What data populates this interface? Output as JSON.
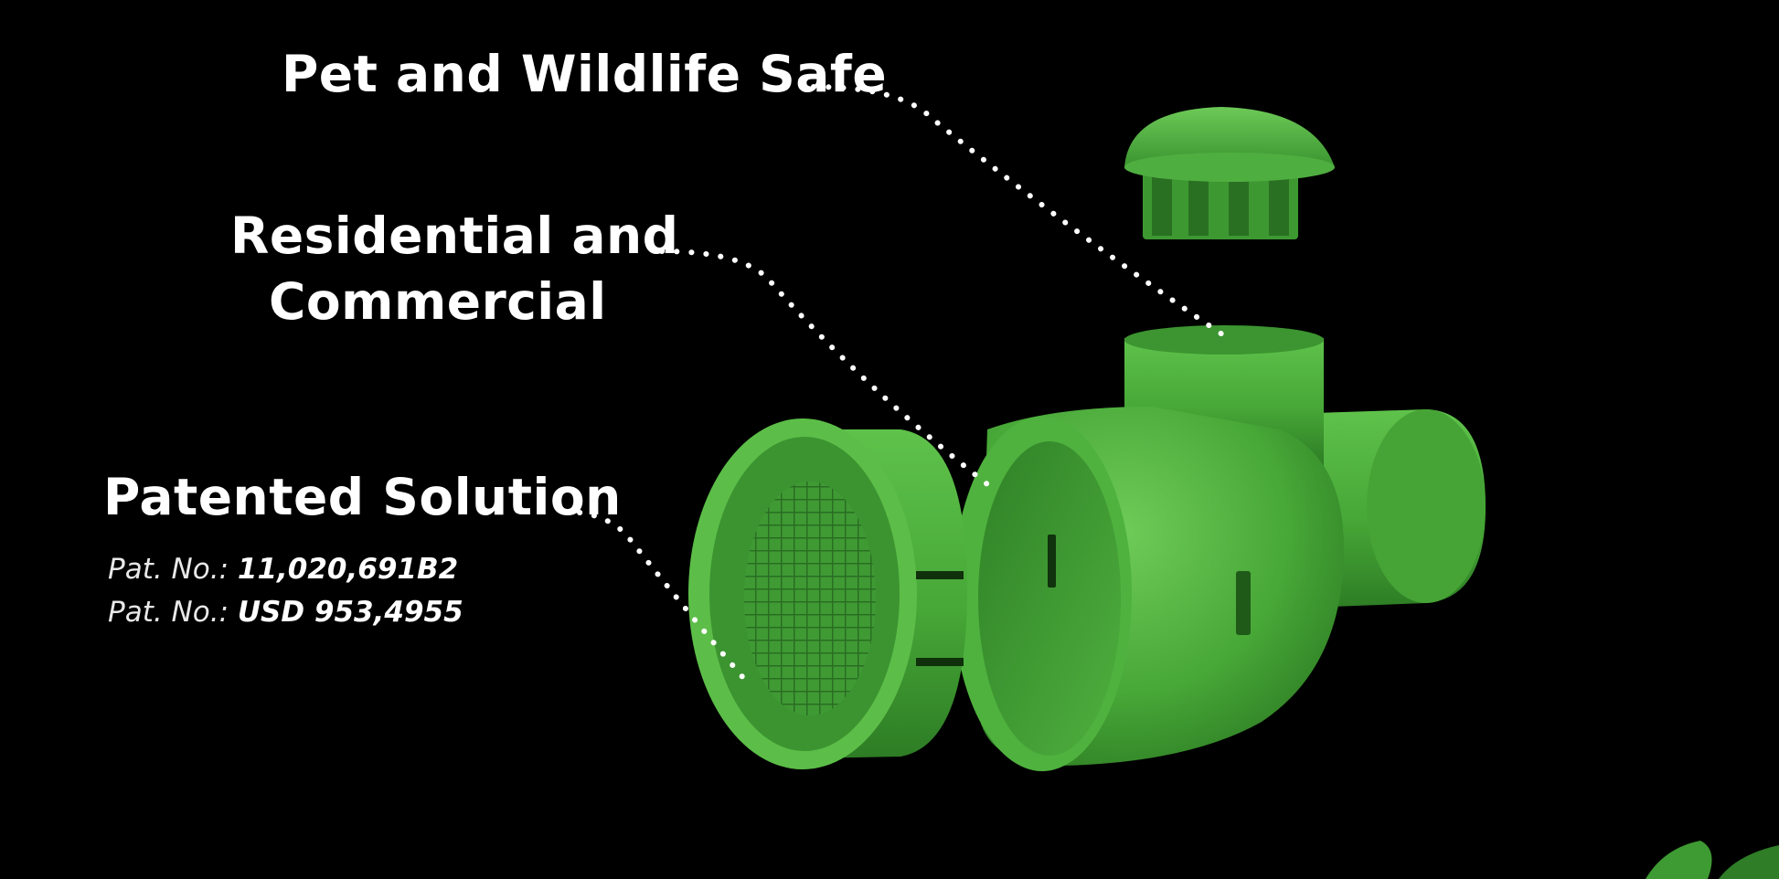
{
  "callouts": {
    "pet_wildlife": "Pet and Wildlife Safe",
    "residential_line1": "Residential and",
    "residential_line2": "Commercial",
    "patented": "Patented Solution"
  },
  "patents": [
    {
      "prefix": "Pat. No.:",
      "value": "11,020,691B2"
    },
    {
      "prefix": "Pat. No.:",
      "value": "USD 953,4955"
    }
  ],
  "colors": {
    "background": "#000000",
    "product_green": "#4caf3e",
    "text": "#ffffff"
  },
  "icons": {
    "corner_logo": "leaf-logo-partial"
  }
}
